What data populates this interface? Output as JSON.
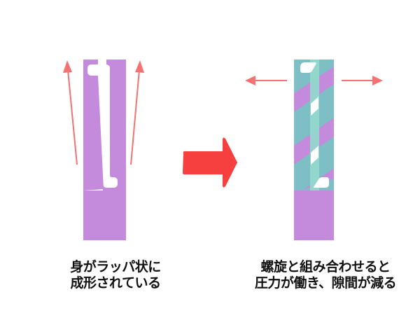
{
  "diagram": {
    "colors": {
      "pin_purple": "#c48adc",
      "teal_overlay": "#7dbfc4",
      "teal_light": "#93d9cd",
      "arrow_red": "#f25b5b",
      "force_arrow": "#f47272",
      "text": "#111111"
    },
    "left_panel": {
      "caption_lines": [
        "身がラッパ状に",
        "成形されている"
      ],
      "force_direction": "outward-up (flared)"
    },
    "transition_arrow": {
      "icon": "right-arrow-icon"
    },
    "right_panel": {
      "caption_lines": [
        "螺旋と組み合わせると",
        "圧力が働き、隙間が減る"
      ],
      "force_direction": "horizontal-outward"
    }
  }
}
